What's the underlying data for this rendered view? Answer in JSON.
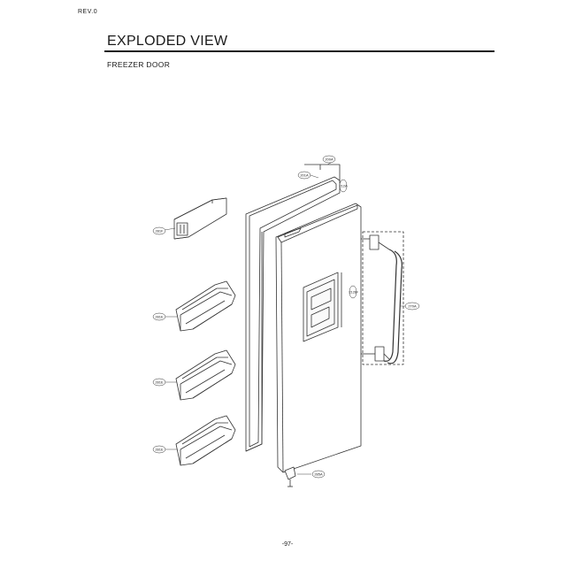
{
  "header": {
    "rev_mark": "REV.0",
    "title": "EXPLODED VIEW",
    "subtitle": "FREEZER DOOR"
  },
  "callouts": {
    "top_assembly": "200A",
    "gasket": "201A",
    "gasket_top": "212A",
    "bin_small": "281F",
    "bin_1": "281E",
    "bin_2": "281E",
    "bin_3": "281E",
    "handle": "270A",
    "cap": "212B",
    "hinge_cap": "285A"
  },
  "footer": {
    "page_number": "-97-"
  }
}
